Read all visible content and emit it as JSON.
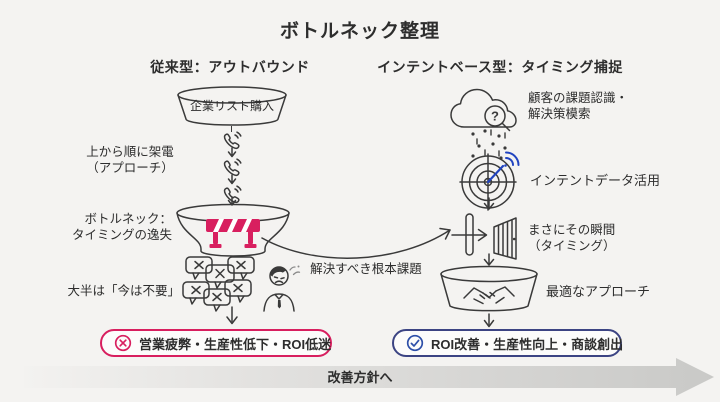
{
  "title": "ボトルネック整理",
  "left": {
    "header": "従来型：アウトバウンド",
    "step1": "企業リスト購入",
    "call_label_line1": "上から順に架電",
    "call_label_line2": "（アプローチ）",
    "bottleneck_line1": "ボトルネック：",
    "bottleneck_line2": "タイミングの逸失",
    "rejection_label": "大半は「今は不要」",
    "result": "営業疲弊・生産性低下・ROI低迷"
  },
  "right": {
    "header": "インテントベース型：タイミング捕捉",
    "cloud_line1": "顧客の課題認識・",
    "cloud_line2": "解決策模索",
    "intent_label": "インテントデータ活用",
    "moment_line1": "まさにその瞬間",
    "moment_line2": "（タイミング）",
    "approach_label": "最適なアプローチ",
    "result": "ROI改善・生産性向上・商談創出"
  },
  "middle": {
    "root_issue_label": "解決すべき根本課題"
  },
  "bottom": {
    "arrow_label": "改善方針へ"
  },
  "icons": {
    "question": "?"
  },
  "colors": {
    "background": "#f4f3f1",
    "ink": "#3a3a3a",
    "text": "#2d2d2d",
    "accent_pink": "#d81f5f",
    "accent_blue": "#2144c0",
    "navy_border": "#3c4483"
  }
}
